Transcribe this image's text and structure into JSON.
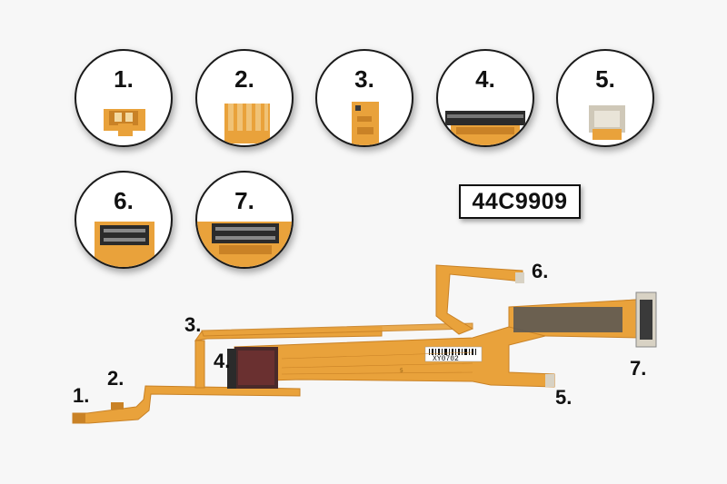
{
  "part_code": "44C9909",
  "callouts": [
    {
      "id": "1",
      "label": "1."
    },
    {
      "id": "2",
      "label": "2."
    },
    {
      "id": "3",
      "label": "3."
    },
    {
      "id": "4",
      "label": "4."
    },
    {
      "id": "5",
      "label": "5."
    },
    {
      "id": "6",
      "label": "6."
    },
    {
      "id": "7",
      "label": "7."
    }
  ],
  "cable_print": {
    "barcode_text": "XY0702",
    "connector_pin_label": "5"
  },
  "colors": {
    "flex": "#e9a23b",
    "flex_dark": "#c98226",
    "connector": "#3a3a3a",
    "background": "#f7f7f7"
  }
}
